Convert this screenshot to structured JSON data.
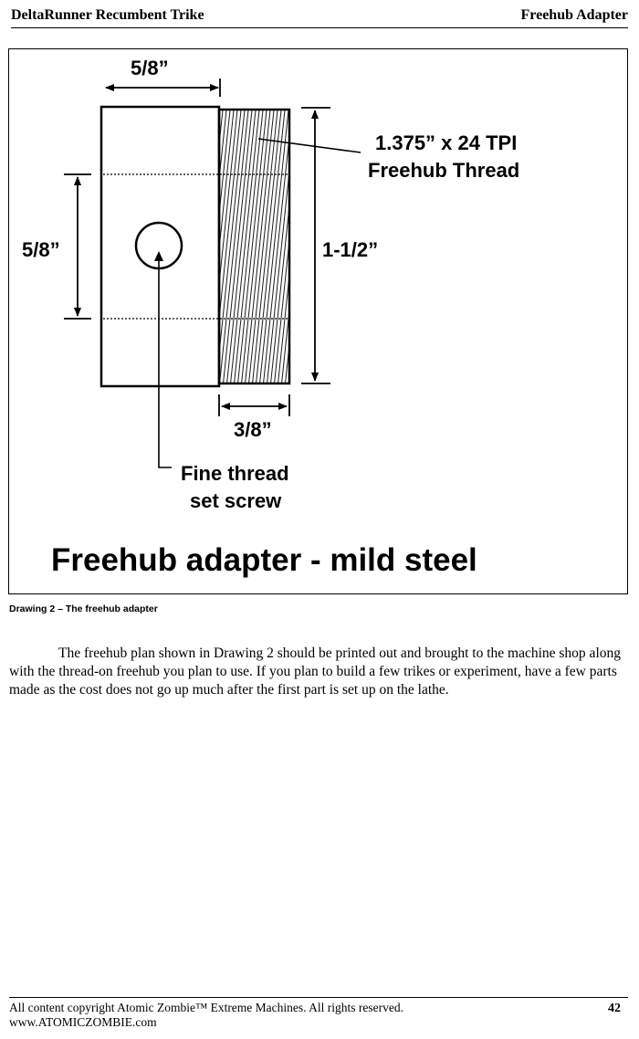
{
  "header": {
    "left_title": "DeltaRunner Recumbent Trike",
    "right_title": "Freehub Adapter"
  },
  "drawing": {
    "dim_top_width": "5/8”",
    "thread_spec_line1": "1.375” x 24 TPI",
    "thread_spec_line2": "Freehub Thread",
    "dim_left_height": "5/8”",
    "dim_overall_height": "1-1/2”",
    "dim_thread_width": "3/8”",
    "set_screw_line1": "Fine thread",
    "set_screw_line2": "set screw",
    "big_title": "Freehub adapter - mild steel"
  },
  "caption": "Drawing 2 – The freehub adapter",
  "body_text": "The freehub plan shown in Drawing 2 should be printed out and brought to the machine shop along with the thread-on freehub you plan to use. If you plan to build a few trikes or experiment, have a few parts made as the cost does not go up much after the first part is set up on the lathe.",
  "footer": {
    "copyright": "All content copyright Atomic Zombie™ Extreme Machines. All rights reserved.",
    "website": "www.ATOMICZOMBIE.com",
    "page_number": "42"
  }
}
